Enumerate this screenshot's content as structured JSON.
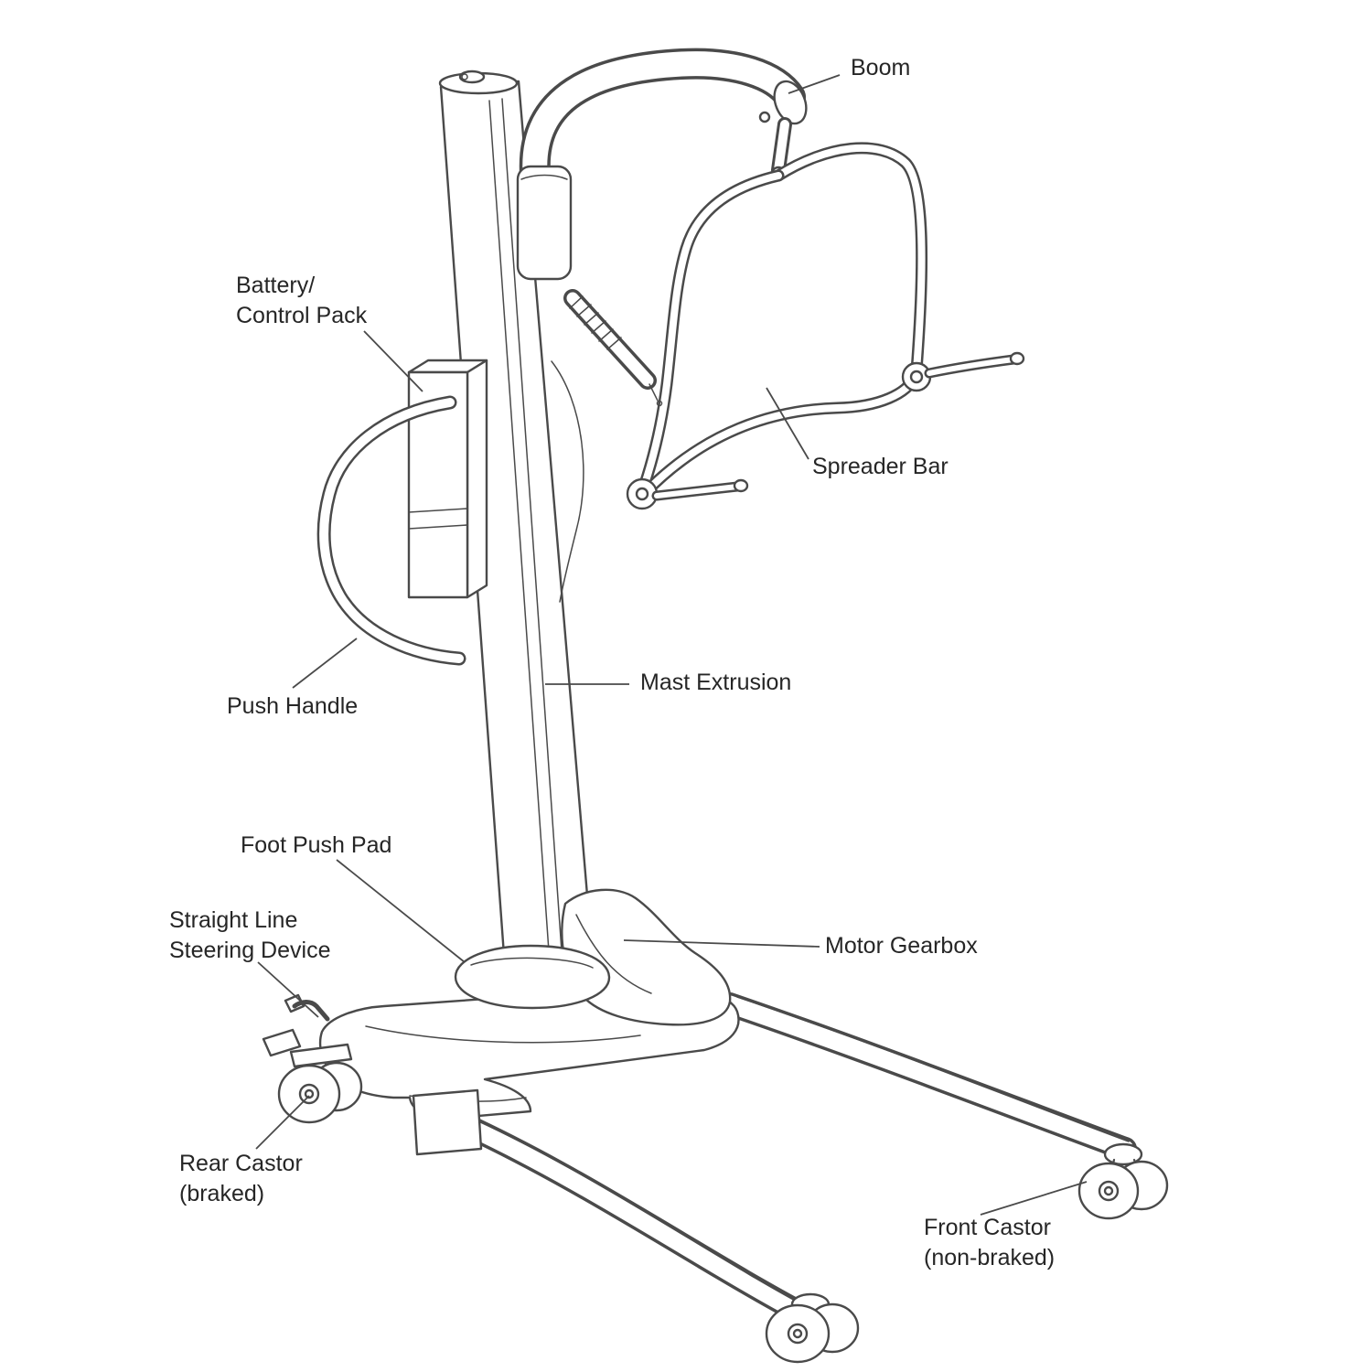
{
  "figure": {
    "background_color": "#ffffff",
    "line_color": "#4a4a4a",
    "label_text_color": "#262626",
    "description": "Exploded line drawing of a mobile patient hoist with part labels"
  },
  "labels": {
    "boom": {
      "lines": [
        "Boom"
      ]
    },
    "battery_control_pack": {
      "lines": [
        "Battery/",
        "Control Pack"
      ]
    },
    "spreader_bar": {
      "lines": [
        "Spreader Bar"
      ]
    },
    "push_handle": {
      "lines": [
        "Push Handle"
      ]
    },
    "mast_extrusion": {
      "lines": [
        "Mast Extrusion"
      ]
    },
    "foot_push_pad": {
      "lines": [
        "Foot Push Pad"
      ]
    },
    "straight_line_steering_device": {
      "lines": [
        "Straight Line",
        "Steering Device"
      ]
    },
    "motor_gearbox": {
      "lines": [
        "Motor Gearbox"
      ]
    },
    "rear_castor": {
      "lines": [
        "Rear Castor",
        "(braked)"
      ]
    },
    "front_castor": {
      "lines": [
        "Front Castor",
        "(non-braked)"
      ]
    }
  }
}
